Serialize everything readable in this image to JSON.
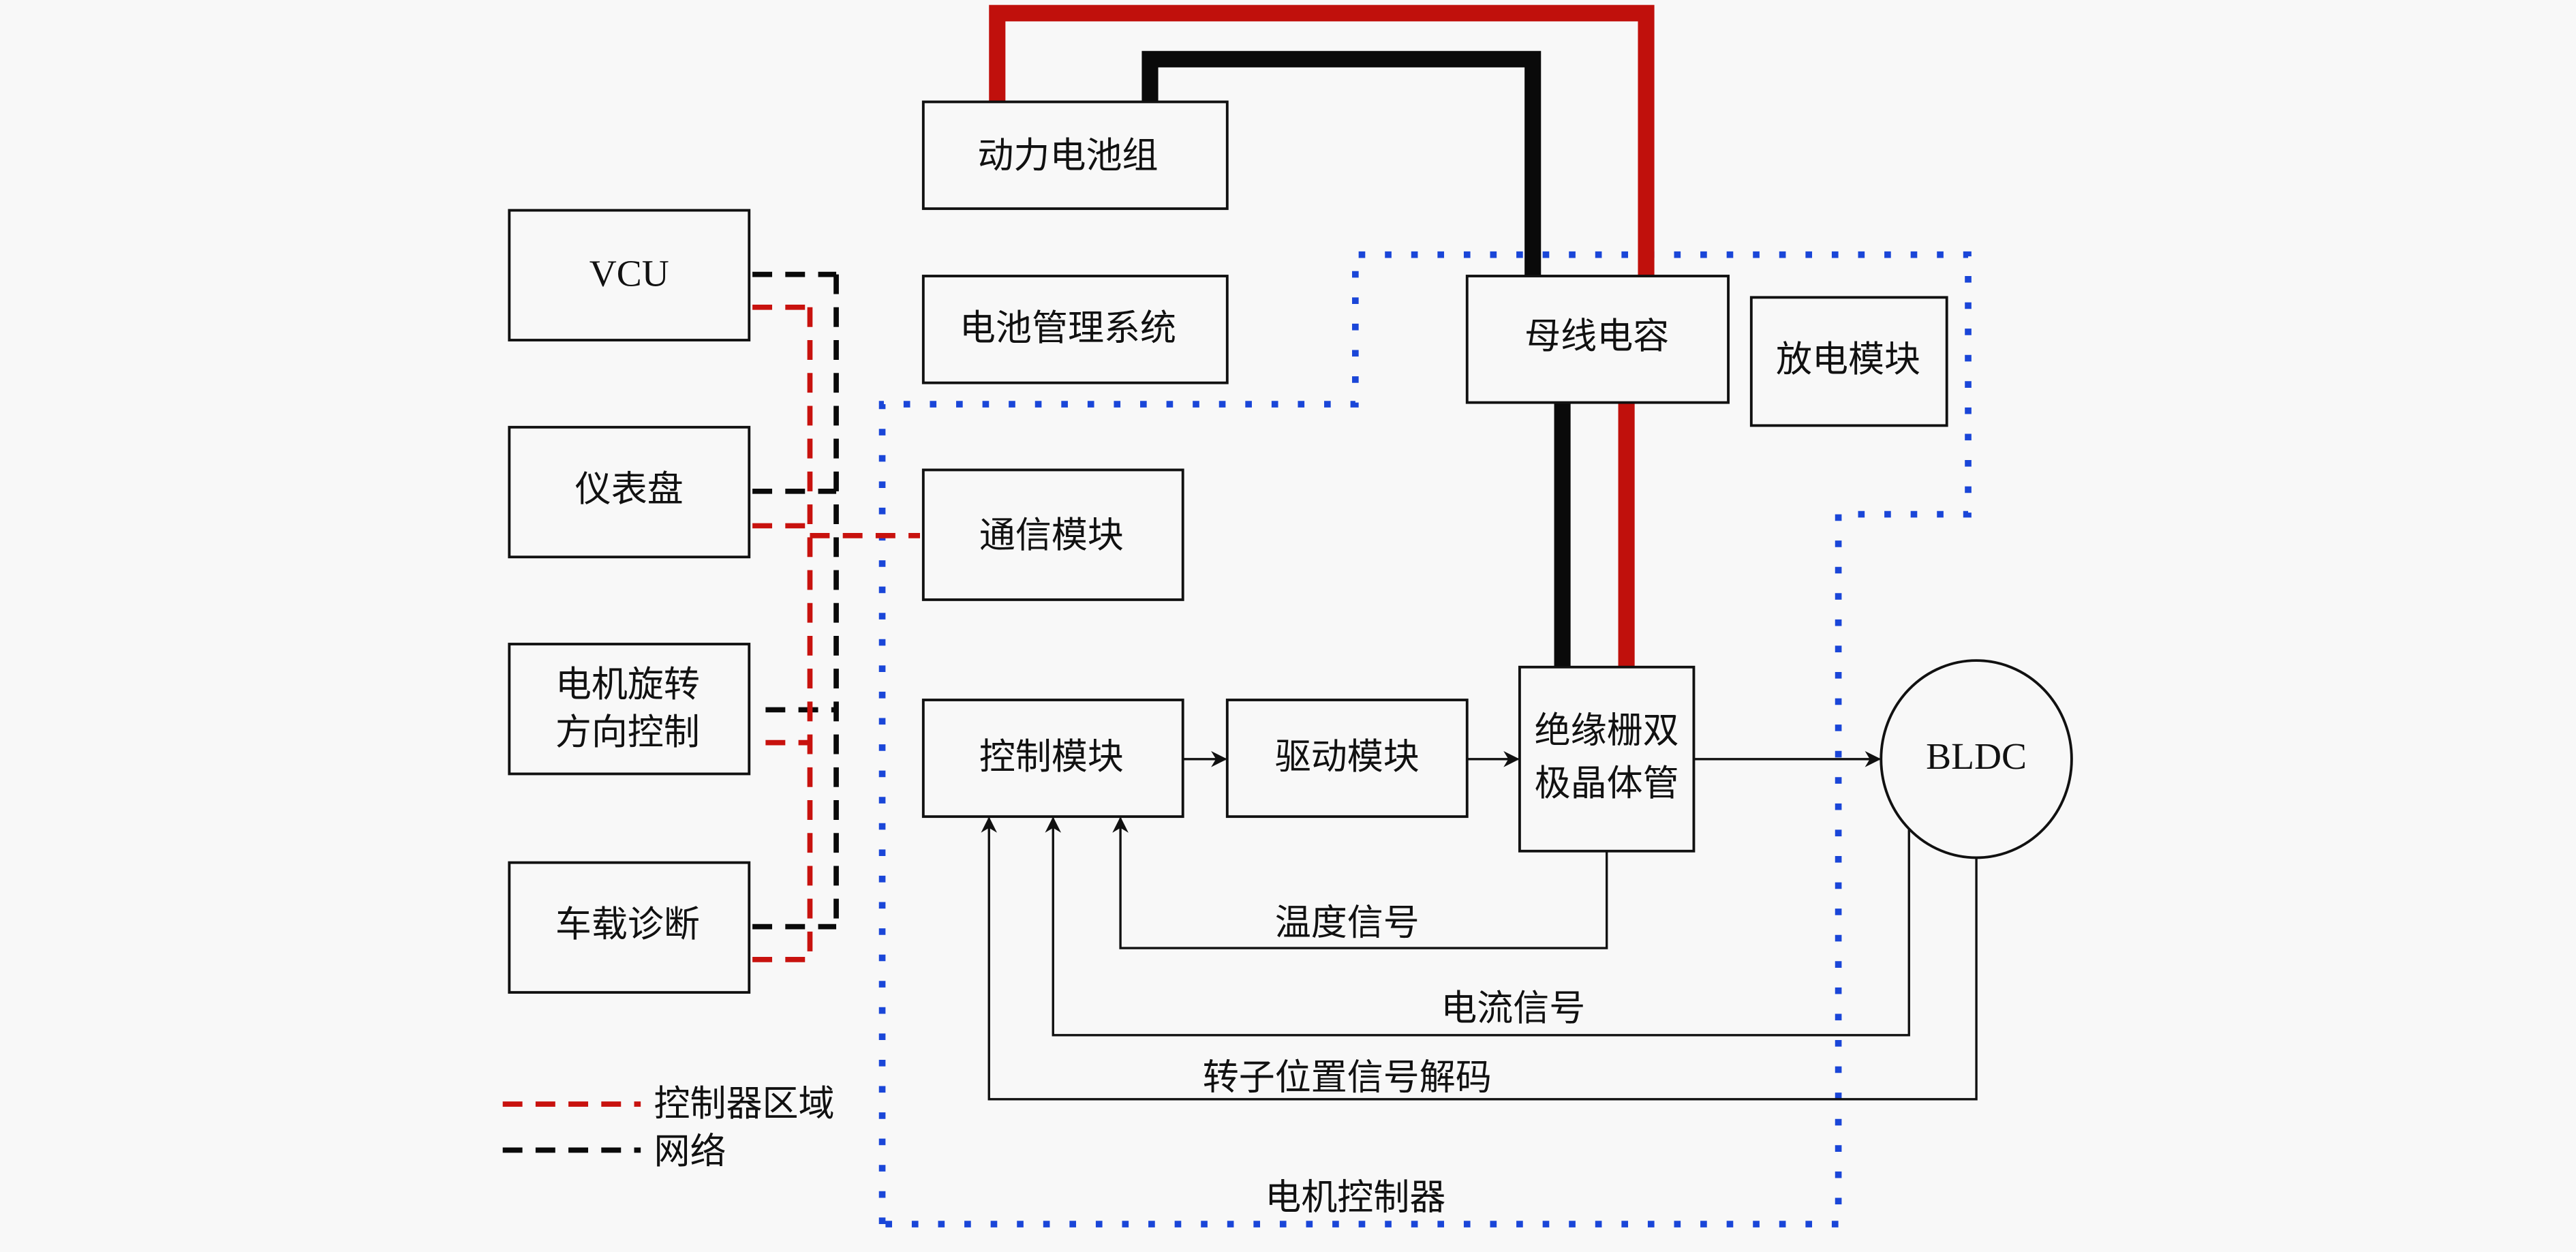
{
  "colors": {
    "background": "#f8f8f8",
    "power_positive": "#c0100c",
    "power_negative": "#0a0a0a",
    "controller_region_dash": "#c8120e",
    "network_dash": "#0a0a0a",
    "motor_controller_boundary": "#1a46d8"
  },
  "external_nodes": {
    "vcu": "VCU",
    "dashboard": "仪表盘",
    "motor_direction_line1": "电机旋转",
    "motor_direction_line2": "方向控制",
    "onboard_diagnostics": "车载诊断"
  },
  "power_nodes": {
    "battery_pack": "动力电池组",
    "bms": "电池管理系统",
    "bus_capacitor": "母线电容",
    "discharge_module": "放电模块"
  },
  "controller_nodes": {
    "comm_module": "通信模块",
    "control_module": "控制模块",
    "drive_module": "驱动模块",
    "igbt_line1": "绝缘栅双",
    "igbt_line2": "极晶体管",
    "motor": "BLDC"
  },
  "signals": {
    "temperature": "温度信号",
    "current": "电流信号",
    "rotor_position": "转子位置信号解码"
  },
  "boundary_label": "电机控制器",
  "legend": {
    "controller_region": "控制器区域",
    "network": "网络"
  }
}
